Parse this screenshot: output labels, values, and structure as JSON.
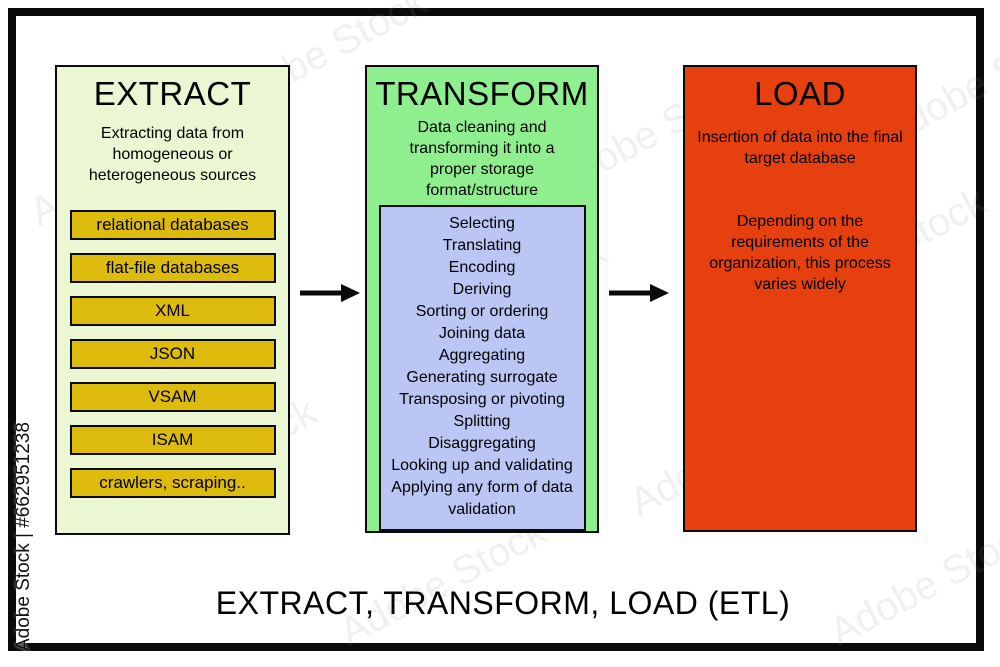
{
  "caption": "EXTRACT, TRANSFORM, LOAD (ETL)",
  "watermark": {
    "side_text": "Adobe Stock | #662951238",
    "pattern_text": "Adobe Stock"
  },
  "colors": {
    "extract_bg": "#ebf6d2",
    "source_box_bg": "#ddbb0d",
    "transform_bg": "#8fee8e",
    "operations_bg": "#bcc6f4",
    "load_bg": "#e6400f",
    "border": "#0a0a0a"
  },
  "extract": {
    "title": "EXTRACT",
    "subtitle_lines": [
      "Extracting data from",
      "homogeneous or",
      "heterogeneous sources"
    ],
    "sources": [
      "relational databases",
      "flat-file databases",
      "XML",
      "JSON",
      "VSAM",
      "ISAM",
      "crawlers, scraping.."
    ]
  },
  "transform": {
    "title": "TRANSFORM",
    "subtitle_lines": [
      "Data cleaning and",
      "transforming it into a",
      "proper storage",
      "format/structure"
    ],
    "operations": [
      "Selecting",
      "Translating",
      "Encoding",
      "Deriving",
      "Sorting or ordering",
      "Joining data",
      "Aggregating",
      "Generating surrogate",
      "Transposing or pivoting",
      "Splitting",
      "Disaggregating",
      "Looking up and validating",
      "Applying any form of data validation"
    ]
  },
  "load": {
    "title": "LOAD",
    "paragraphs": [
      "Insertion of data into the final target database",
      "Depending on the requirements of the organization, this process varies widely"
    ]
  }
}
